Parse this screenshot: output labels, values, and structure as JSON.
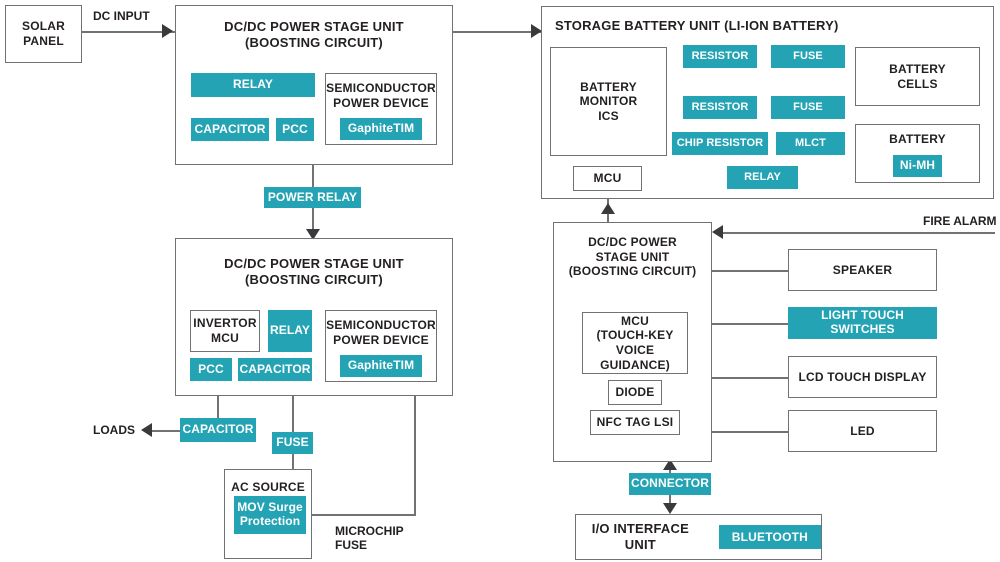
{
  "theme": {
    "accent": "#23a3b4",
    "stroke": "#6f7376",
    "text": "#231f20",
    "arrow": "#3a3a3c",
    "background": "#ffffff"
  },
  "diagram": {
    "title": "Energy storage system block diagram",
    "solar_panel": {
      "label": "SOLAR\nPANEL"
    },
    "edge_labels": {
      "dc_input": "DC INPUT",
      "power_relay": "POWER RELAY",
      "loads": "LOADS",
      "microchip_fuse": "MICROCHIP\nFUSE",
      "fire_alarm": "FIRE ALARM"
    },
    "dcdc_top": {
      "title": "DC/DC POWER STAGE UNIT\n(BOOSTING CIRCUIT)",
      "chips": {
        "relay": "RELAY",
        "capacitor": "CAPACITOR",
        "pcc": "PCC"
      },
      "semiconductor": {
        "title": "SEMICONDUCTOR\nPOWER DEVICE",
        "chip": "GaphiteTIM"
      }
    },
    "dcdc_bottom": {
      "title": "DC/DC POWER STAGE UNIT\n(BOOSTING CIRCUIT)",
      "invertor_mcu": "INVERTOR\nMCU",
      "chips": {
        "relay": "RELAY",
        "pcc": "PCC",
        "capacitor": "CAPACITOR"
      },
      "semiconductor": {
        "title": "SEMICONDUCTOR\nPOWER DEVICE",
        "chip": "GaphiteTIM"
      }
    },
    "output_chips": {
      "capacitor": "CAPACITOR",
      "fuse": "FUSE"
    },
    "ac_source": {
      "title": "AC SOURCE",
      "chip": "MOV Surge\nProtection"
    },
    "storage_battery_unit": {
      "title": "STORAGE BATTERY UNIT (LI-ION BATTERY)",
      "battery_monitor_ics": "BATTERY\nMONITOR\nICS",
      "mcu": "MCU",
      "chips": {
        "resistor_1": "RESISTOR",
        "resistor_2": "RESISTOR",
        "fuse_1": "FUSE",
        "fuse_2": "FUSE",
        "chip_resistor": "CHIP RESISTOR",
        "mlct": "MLCT",
        "relay": "RELAY"
      },
      "battery_cells": "BATTERY\nCELLS",
      "battery": {
        "title": "BATTERY",
        "chip": "Ni-MH"
      }
    },
    "dcdc_right": {
      "title": "DC/DC POWER\nSTAGE UNIT\n(BOOSTING CIRCUIT)",
      "mcu": "MCU\n(TOUCH-KEY\nVOICE GUIDANCE)",
      "diode": "DIODE",
      "nfc_tag_lsi": "NFC TAG LSI"
    },
    "peripherals": {
      "speaker": "SPEAKER",
      "light_touch_switches": "LIGHT TOUCH SWITCHES",
      "lcd_touch_display": "LCD TOUCH DISPLAY",
      "led": "LED"
    },
    "connector": "CONNECTOR",
    "io_interface_unit": {
      "title": "I/O INTERFACE UNIT",
      "chip": "BLUETOOTH"
    }
  }
}
